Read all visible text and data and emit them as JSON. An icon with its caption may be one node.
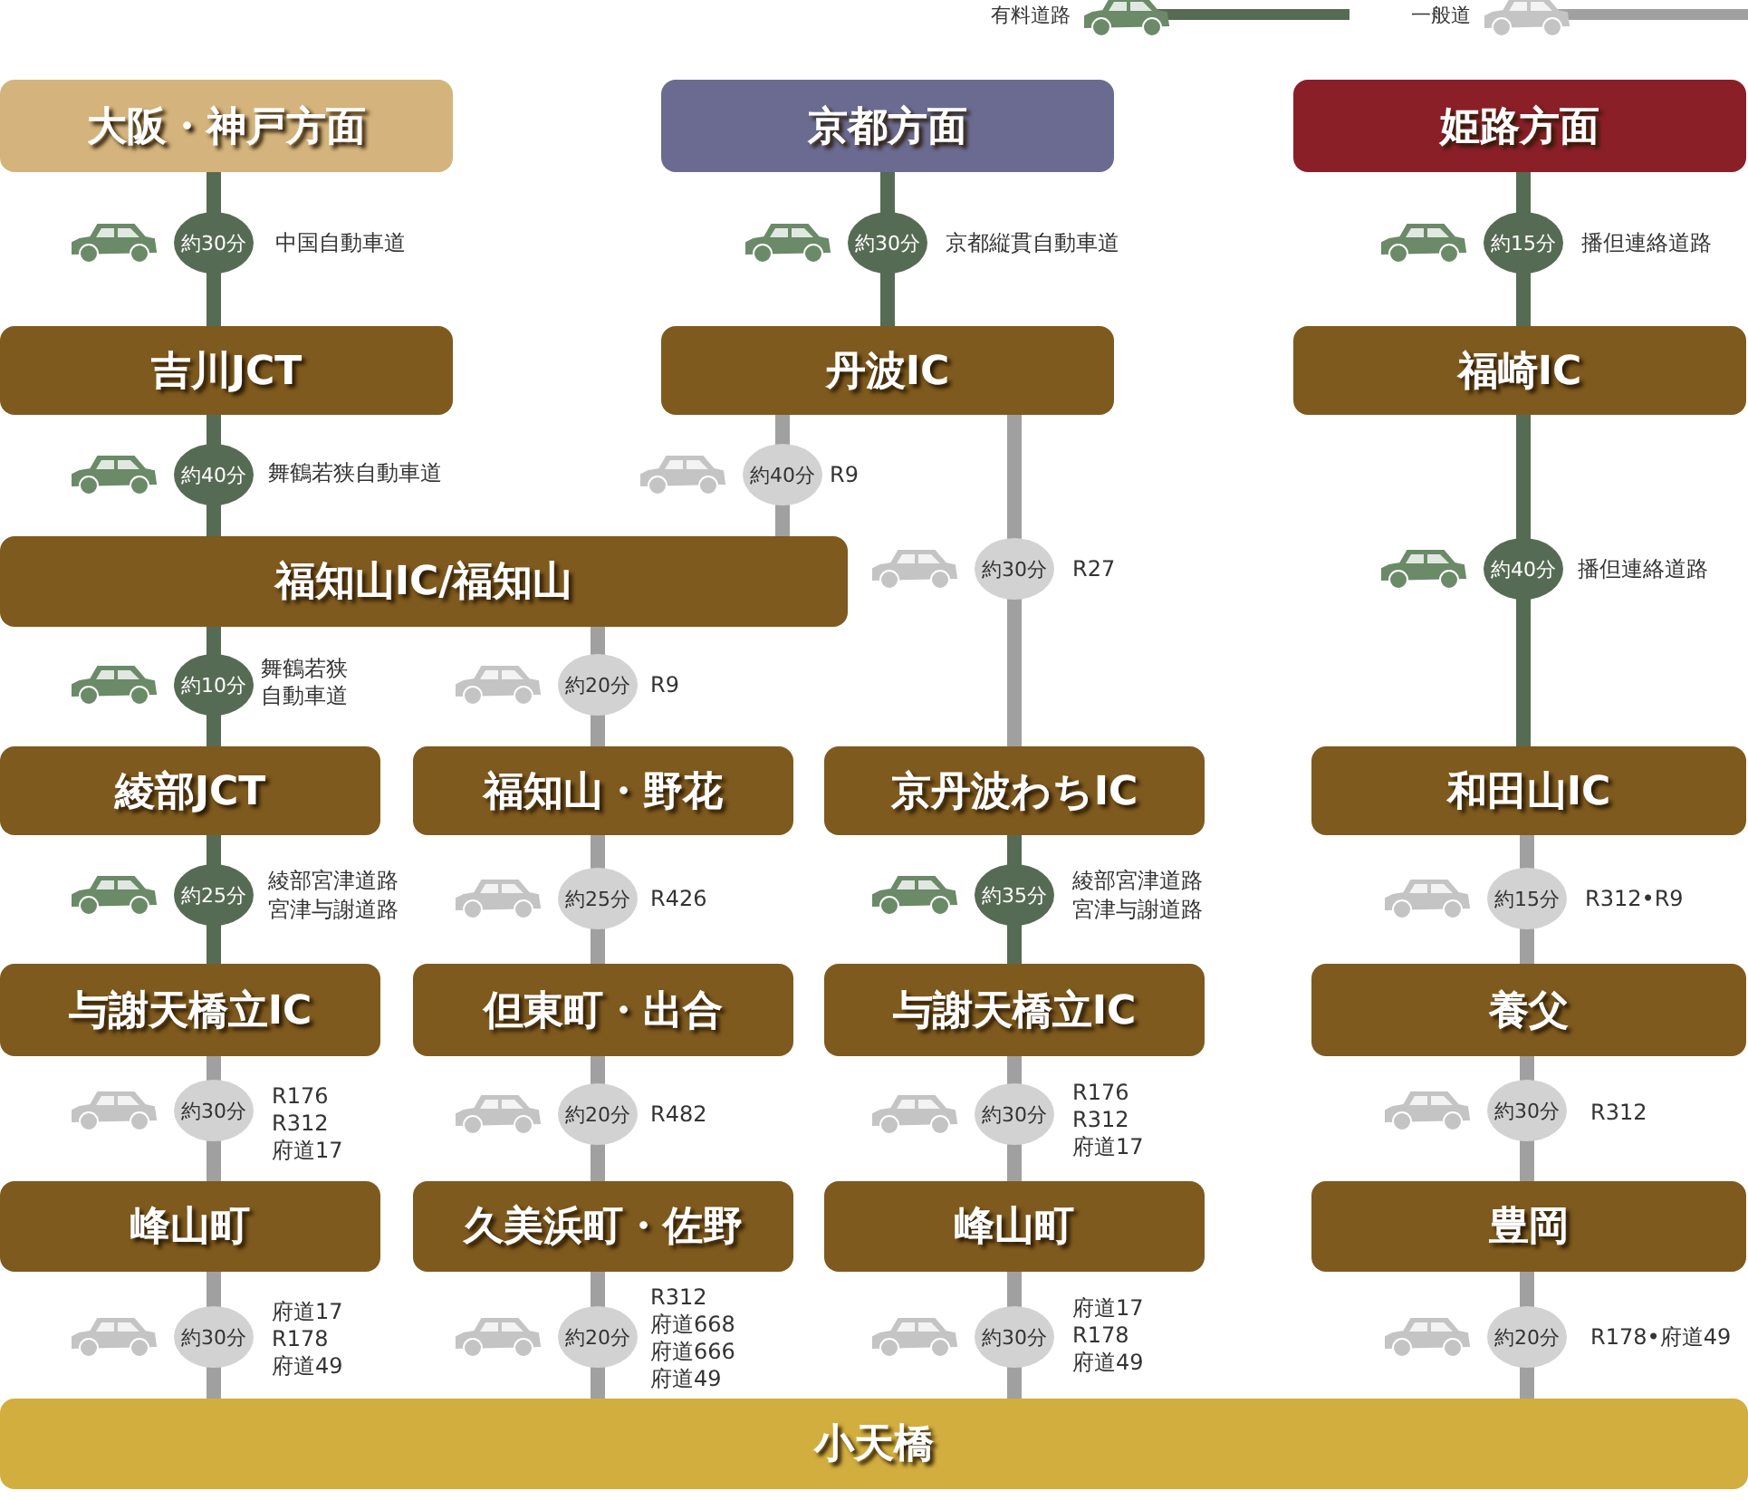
{
  "diagram": {
    "nodes": [
      {
        "text": [
          "大阪・神戸方面"
        ]
      },
      {
        "text": [
          "京都方面"
        ]
      },
      {
        "text": [
          "姫路方面"
        ]
      },
      {
        "text": [
          "吉川JCT"
        ]
      },
      {
        "text": [
          "丹波IC"
        ]
      },
      {
        "text": [
          "福崎IC"
        ]
      },
      {
        "text": [
          "福知山IC/福知山"
        ]
      },
      {
        "text": [
          "綾部JCT"
        ]
      },
      {
        "text": [
          "福知山・野花"
        ]
      },
      {
        "text": [
          "京丹波わちIC"
        ]
      },
      {
        "text": [
          "和田山IC"
        ]
      },
      {
        "text": [
          "与謝天橋立IC"
        ]
      },
      {
        "text": [
          "但東町・出合"
        ]
      },
      {
        "text": [
          "与謝天橋立IC"
        ]
      },
      {
        "text": [
          "養父"
        ]
      },
      {
        "text": [
          "峰山町"
        ]
      },
      {
        "text": [
          "久美浜町・佐野"
        ]
      },
      {
        "text": [
          "峰山町"
        ]
      },
      {
        "text": [
          "豊岡"
        ]
      },
      {
        "text": [
          "小天橋"
        ]
      }
    ],
    "edges": [
      {
        "from": 0,
        "to": 3,
        "arrow": "none",
        "label": "約30分",
        "color": "#566b53"
      },
      {
        "from": 1,
        "to": 4,
        "arrow": "none",
        "label": "約30分",
        "color": "#566b53"
      },
      {
        "from": 2,
        "to": 5,
        "arrow": "none",
        "label": "約15分",
        "color": "#566b53"
      },
      {
        "from": 3,
        "to": 6,
        "arrow": "none",
        "label": "約40分",
        "color": "#566b53"
      },
      {
        "from": 4,
        "to": 6,
        "arrow": "none",
        "label": "約40分"
      },
      {
        "from": 4,
        "to": 9,
        "arrow": "none",
        "label": "約30分"
      },
      {
        "from": 5,
        "to": 10,
        "arrow": "none",
        "label": "約40分",
        "color": "#566b53"
      },
      {
        "from": 6,
        "to": 7,
        "arrow": "none",
        "label": "約10分",
        "color": "#566b53"
      },
      {
        "from": 6,
        "to": 8,
        "arrow": "none",
        "label": "約20分"
      },
      {
        "from": 7,
        "to": 11,
        "arrow": "none",
        "label": "約25分",
        "color": "#566b53"
      },
      {
        "from": 8,
        "to": 12,
        "arrow": "none",
        "label": "約25分"
      },
      {
        "from": 9,
        "to": 13,
        "arrow": "none",
        "label": "約35分",
        "color": "#566b53"
      },
      {
        "from": 10,
        "to": 14,
        "arrow": "none",
        "label": "約15分"
      },
      {
        "from": 11,
        "to": 15,
        "arrow": "none",
        "label": "約30分"
      },
      {
        "from": 12,
        "to": 16,
        "arrow": "none",
        "label": "約20分"
      },
      {
        "from": 13,
        "to": 17,
        "arrow": "none",
        "label": "約30分"
      },
      {
        "from": 14,
        "to": 18,
        "arrow": "none",
        "label": "約30分"
      },
      {
        "from": 15,
        "to": 19,
        "arrow": "none",
        "label": "約30分"
      },
      {
        "from": 16,
        "to": 19,
        "arrow": "none",
        "label": "約20分"
      },
      {
        "from": 17,
        "to": 19,
        "arrow": "none",
        "label": "約30分"
      },
      {
        "from": 18,
        "to": 19,
        "arrow": "none",
        "label": "約20分"
      }
    ],
    "labels": [
      "中国自動車道",
      "京都縦貫自動車道",
      "播但連絡道路",
      "舞鶴若狭自動車道",
      "R9",
      "R27",
      "播但連絡道路",
      "舞鶴若狭自動車道",
      "R9",
      "綾部宮津道路",
      "宮津与謝道路",
      "R426",
      "綾部宮津道路",
      "宮津与謝道路",
      "R312•R9",
      "R176",
      "R312",
      "府道17",
      "R482",
      "R176",
      "R312",
      "府道17",
      "R312",
      "府道17",
      "R178",
      "府道49",
      "R312",
      "府道668",
      "府道666",
      "府道49",
      "府道17",
      "R178",
      "府道49",
      "R178•府道49"
    ],
    "legend": [
      {
        "text": "有料道路",
        "color": "#566b53"
      },
      {
        "text": "一般道",
        "color": "#a0a0a0"
      }
    ]
  }
}
